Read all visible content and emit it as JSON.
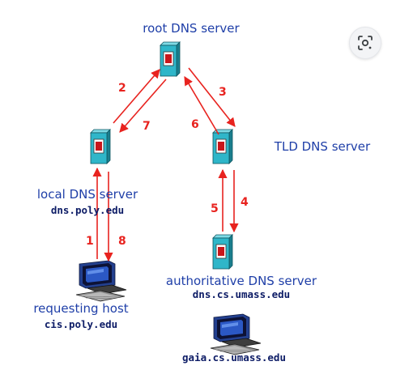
{
  "labels": {
    "root": "root DNS server",
    "tld": "TLD DNS server",
    "local": "local DNS server",
    "local_host": "dns.poly.edu",
    "requesting": "requesting host",
    "requesting_host": "cis.poly.edu",
    "authoritative": "authoritative DNS server",
    "authoritative_host": "dns.cs.umass.edu",
    "target_host": "gaia.cs.umass.edu"
  },
  "steps": [
    "1",
    "2",
    "3",
    "4",
    "5",
    "6",
    "7",
    "8"
  ],
  "icons": {
    "lens": "lens-icon",
    "server": "server-icon",
    "computer": "computer-icon"
  },
  "colors": {
    "arrow": "#e8231f",
    "step_number": "#e8231f",
    "label": "#1f3fa8",
    "hostname": "#0d1c66",
    "server_face": "#2fb6c9",
    "server_side": "#1a7f8e",
    "server_top": "#7fdbe6"
  }
}
